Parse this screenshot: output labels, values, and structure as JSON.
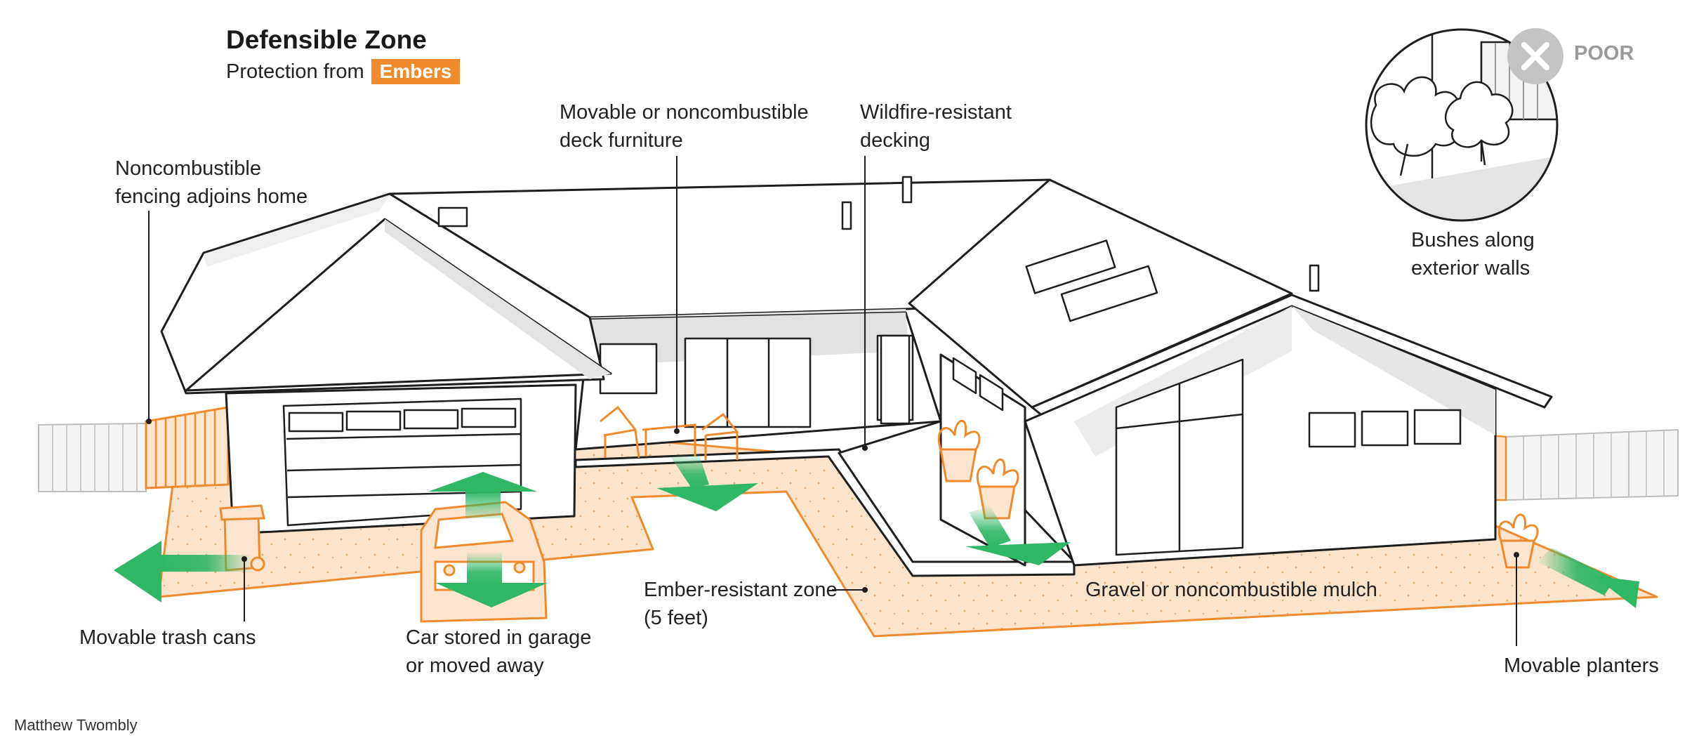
{
  "title": "Defensible Zone",
  "subtitle_prefix": "Protection from",
  "subtitle_badge": "Embers",
  "status": {
    "label": "POOR",
    "icon": "x-icon"
  },
  "inset_caption": [
    "Bushes along",
    "exterior walls"
  ],
  "labels": {
    "deck_furniture": [
      "Movable or noncombustible",
      "deck furniture"
    ],
    "decking": [
      "Wildfire-resistant",
      "decking"
    ],
    "fencing": [
      "Noncombustible",
      "fencing adjoins home"
    ],
    "trash": [
      "Movable trash cans"
    ],
    "car": [
      "Car stored in garage",
      "or moved away"
    ],
    "zone": [
      "Ember-resistant zone",
      "(5 feet)"
    ],
    "gravel": [
      "Gravel or noncombustible mulch"
    ],
    "planters": [
      "Movable planters"
    ]
  },
  "credit": "Matthew Twombly",
  "colors": {
    "accent": "#f08a2c",
    "zone_fill": "#fbe3cc",
    "arrow": "#2fb765",
    "line": "#1e1e1e",
    "shadow": "#dedede",
    "poor_grey": "#c4c4c4"
  }
}
